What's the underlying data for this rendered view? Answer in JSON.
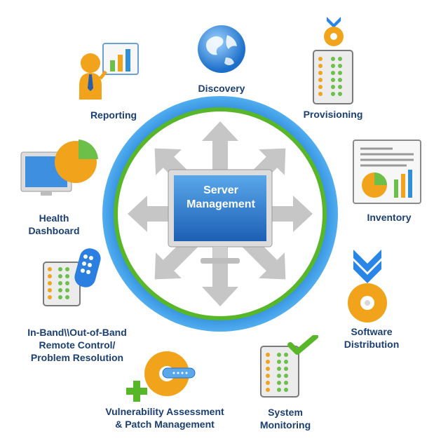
{
  "center": {
    "line1": "Server",
    "line2": "Management"
  },
  "nodes": {
    "discovery": "Discovery",
    "provisioning": "Provisioning",
    "reporting": "Reporting",
    "inventory": "Inventory",
    "health_1": "Health",
    "health_2": "Dashboard",
    "software_1": "Software",
    "software_2": "Distribution",
    "remote_1": "In-Band\\\\Out-of-Band",
    "remote_2": "Remote Control/",
    "remote_3": "Problem Resolution",
    "system_1": "System",
    "system_2": "Monitoring",
    "vuln_1": "Vulnerability Assessment",
    "vuln_2": "& Patch Management"
  },
  "colors": {
    "label": "#1b3f73",
    "ring_blue": "#2f8fd8",
    "ring_green": "#58b629",
    "arrow": "#c8c8c8",
    "monitor": "#2e6fc0",
    "orange": "#f2a31c",
    "green": "#6cc04a"
  },
  "icons": [
    "globe-icon",
    "cd-download-icon",
    "server-rack-icon",
    "presenter-chart-icon",
    "report-chart-icon",
    "monitor-pie-icon",
    "remote-control-icon",
    "cd-patch-icon",
    "checkmark-icon",
    "cd-icon",
    "download-arrow-icon"
  ]
}
